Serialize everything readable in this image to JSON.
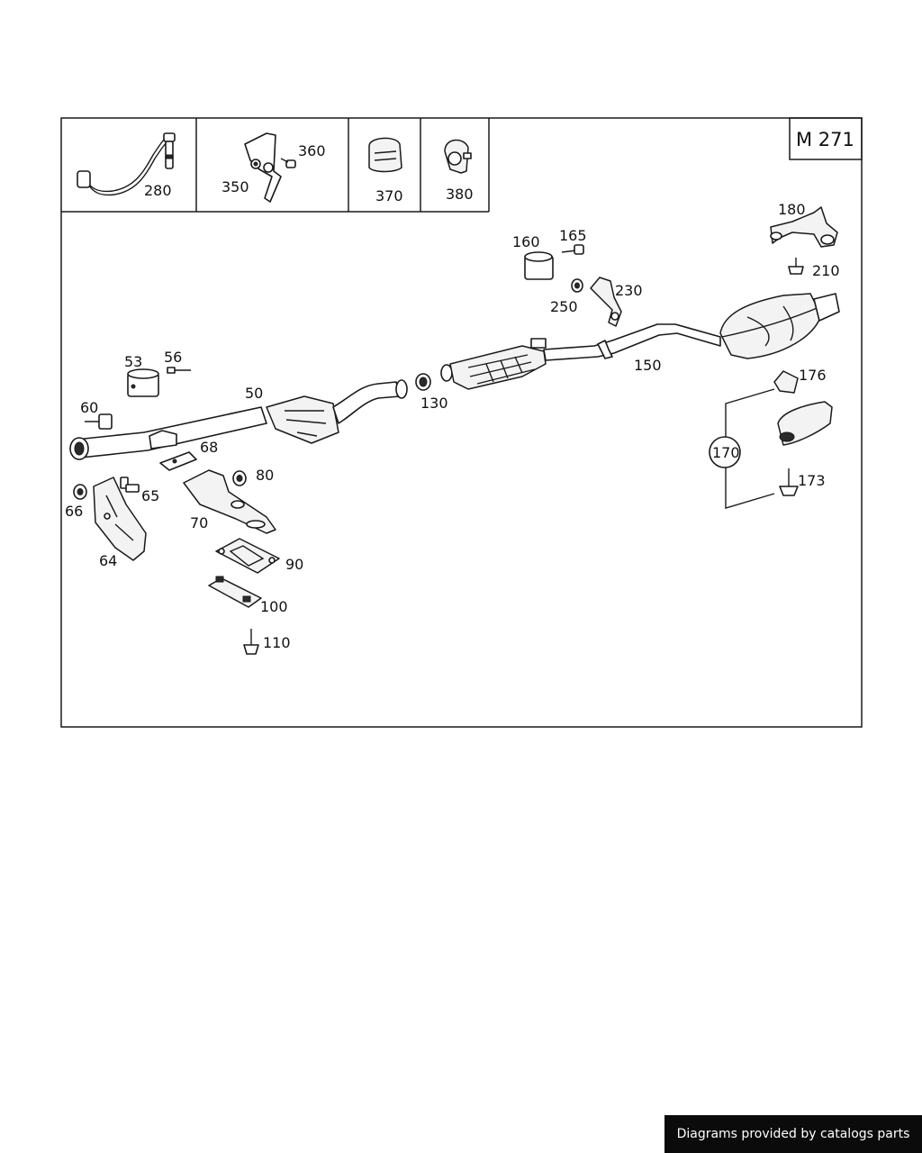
{
  "diagram": {
    "code": "M 271",
    "labels": {
      "p280": "280",
      "p350": "350",
      "p360": "360",
      "p370": "370",
      "p380": "380",
      "p53": "53",
      "p56": "56",
      "p50": "50",
      "p60": "60",
      "p68": "68",
      "p65": "65",
      "p66": "66",
      "p64": "64",
      "p70": "70",
      "p80": "80",
      "p90": "90",
      "p100": "100",
      "p110": "110",
      "p130": "130",
      "p150": "150",
      "p160": "160",
      "p165": "165",
      "p230": "230",
      "p250": "250",
      "p180": "180",
      "p210": "210",
      "p176": "176",
      "p170": "170",
      "p173": "173"
    }
  },
  "footer": {
    "text": "Diagrams provided by catalogs parts"
  }
}
